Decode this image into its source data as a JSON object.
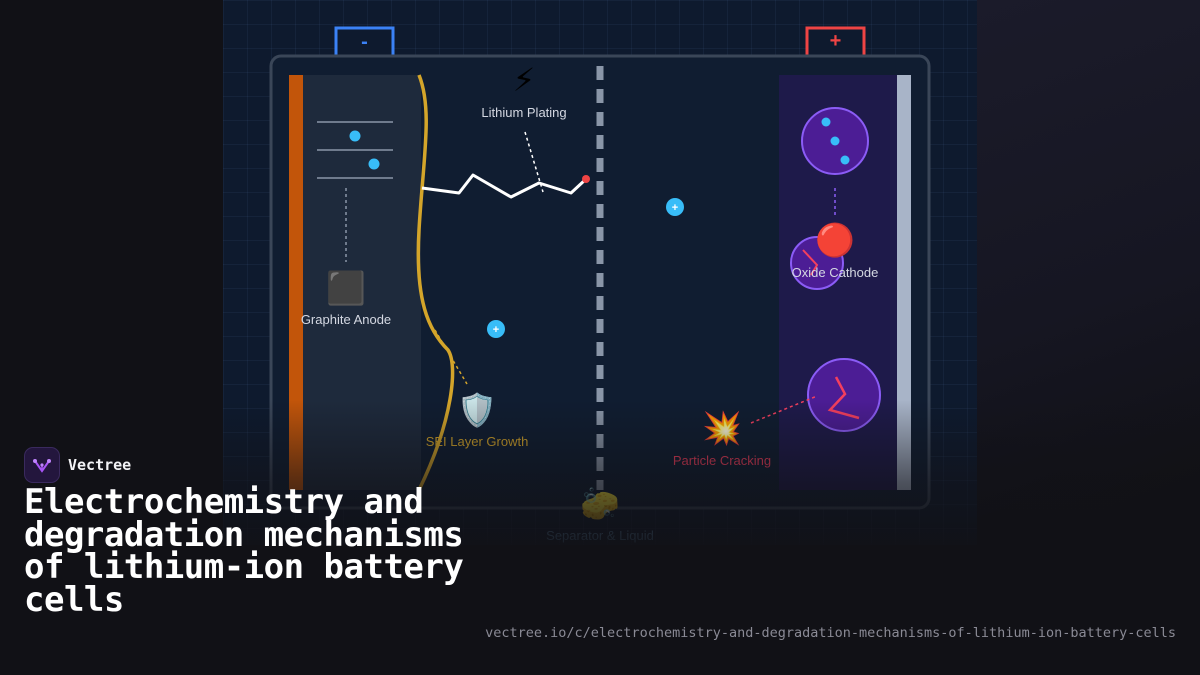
{
  "diagram": {
    "terminals": {
      "negative": "-",
      "positive": "+"
    },
    "labels": {
      "lithium_plating": "Lithium Plating",
      "graphite_anode": "Graphite Anode",
      "oxide_cathode": "Oxide Cathode",
      "sei_layer": "SEI Layer Growth",
      "particle_cracking": "Particle Cracking",
      "separator": "Separator & Liquid"
    },
    "ion_symbol": "+",
    "icons": {
      "lithium_plating": "⚡",
      "graphite_anode": "⬛",
      "oxide_cathode": "🔴",
      "sei_layer": "🛡️",
      "particle_cracking": "💥",
      "separator": "🧽"
    },
    "colors": {
      "negative_terminal": "#3b82f6",
      "positive_terminal": "#ef4444",
      "anode_collector": "#c2550a",
      "cathode_collector": "#a8b4c8",
      "sei": "#d4a52a",
      "ion": "#38bdf8",
      "cathode_particle": "#4c1d95",
      "cathode_outline": "#8b5cf6",
      "crack": "#f43f5e"
    }
  },
  "brand": {
    "name": "Vectree"
  },
  "title": "Electrochemistry and degradation mechanisms of lithium-ion battery cells",
  "url": "vectree.io/c/electrochemistry-and-degradation-mechanisms-of-lithium-ion-battery-cells"
}
